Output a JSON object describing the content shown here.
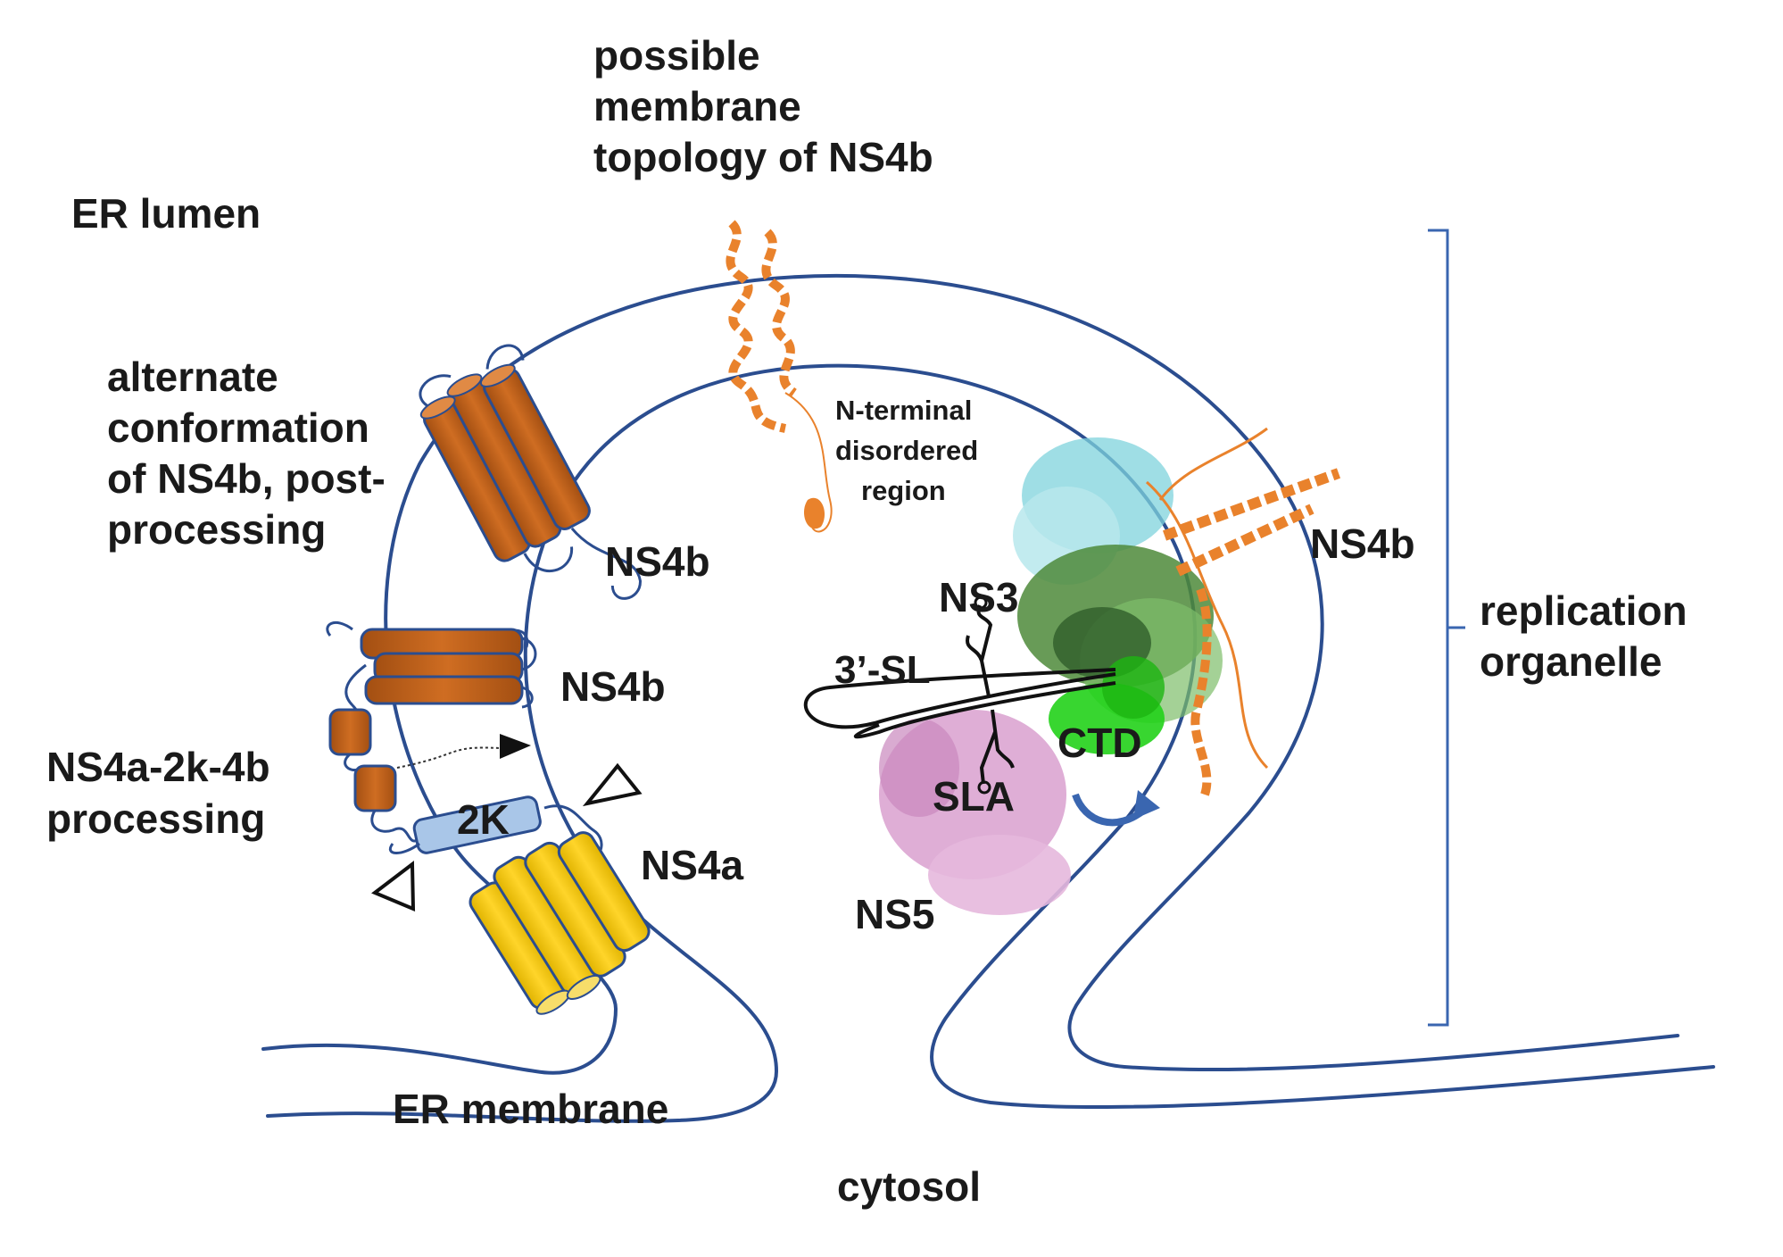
{
  "labels": {
    "topology": [
      "possible",
      "membrane",
      "topology of NS4b"
    ],
    "er_lumen": "ER lumen",
    "alternate": [
      "alternate",
      "conformation",
      "of NS4b, post-",
      "processing"
    ],
    "ns4b_top": "NS4b",
    "ns4b_mid": "NS4b",
    "ns4b_right": "NS4b",
    "processing": [
      "NS4a-2k-4b",
      "processing"
    ],
    "two_k": "2K",
    "ns4a": "NS4a",
    "n_terminal": [
      "N-terminal",
      "disordered",
      "region"
    ],
    "ns3": "NS3",
    "three_sl": "3’-SL",
    "ctd": "CTD",
    "sla": "SLA",
    "ns5": "NS5",
    "replication": [
      "replication",
      "organelle"
    ],
    "er_membrane": "ER membrane",
    "cytosol": "cytosol"
  },
  "colors": {
    "membrane": "#2b4d8f",
    "ns4b_helix": "#c8661e",
    "ns4a_helix": "#f2c81d",
    "two_k_helix": "#a9c6e8",
    "ns3_cyan": "#7fd3dc",
    "ns3_green": "#4d8a3a",
    "ctd_green": "#22d11a",
    "ns5_pink": "#d9a0cf",
    "ns4b_struct": "#e9822c",
    "bracket": "#3a66b0"
  }
}
